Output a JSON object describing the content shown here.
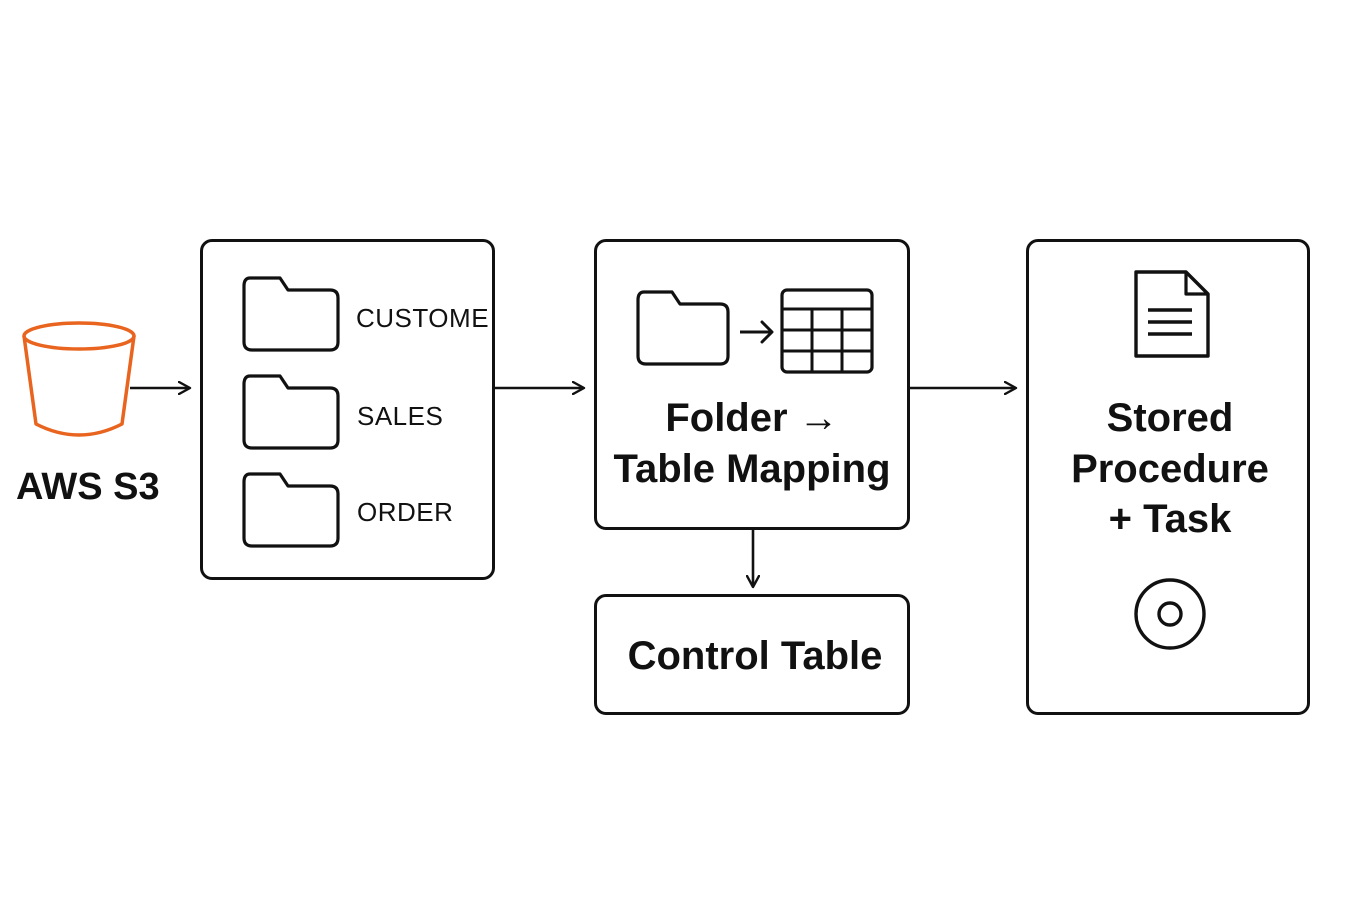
{
  "source": {
    "label": "AWS S3",
    "icon": "s3-bucket-icon",
    "accent_color": "#E8641F"
  },
  "folders_box": {
    "folders": [
      {
        "label": "CUSTOME",
        "icon": "folder-icon"
      },
      {
        "label": "SALES",
        "icon": "folder-icon"
      },
      {
        "label": "ORDER",
        "icon": "folder-icon"
      }
    ]
  },
  "mapping_box": {
    "line1": "Folder →",
    "line2": "Table Mapping",
    "icons": [
      "folder-icon",
      "arrow-right-icon",
      "table-grid-icon"
    ]
  },
  "control_box": {
    "label": "Control Table"
  },
  "procedure_box": {
    "line1": "Stored",
    "line2": "Procedure",
    "line3": "+ Task",
    "icons": [
      "document-icon",
      "disc-icon"
    ]
  },
  "colors": {
    "stroke": "#111111",
    "background": "#FFFFFF",
    "s3": "#E8641F"
  }
}
